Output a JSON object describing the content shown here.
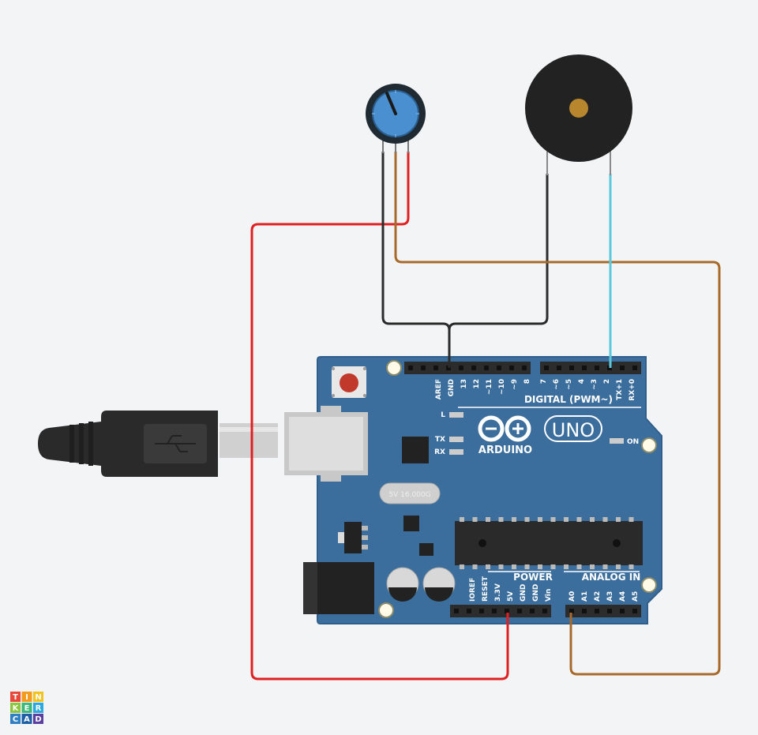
{
  "board": {
    "model": "UNO",
    "brand": "ARDUINO",
    "crystal": "5V 16.000G",
    "on_label": "ON",
    "led_labels": [
      "L",
      "TX",
      "RX"
    ],
    "section_digital": "DIGITAL (PWM~)",
    "section_power": "POWER",
    "section_analog": "ANALOG IN",
    "digital_pins_left": [
      "AREF",
      "GND",
      "13",
      "12",
      "~11",
      "~10",
      "~9",
      "8"
    ],
    "digital_pins_right": [
      "7",
      "~6",
      "~5",
      "4",
      "~3",
      "2",
      "TX+1",
      "RX+0"
    ],
    "power_pins": [
      "IOREF",
      "RESET",
      "3.3V",
      "5V",
      "GND",
      "GND",
      "Vin"
    ],
    "analog_pins": [
      "A0",
      "A1",
      "A2",
      "A3",
      "A4",
      "A5"
    ],
    "colors": {
      "board": "#3b6e9c",
      "board_edge": "#2f5f8a",
      "header": "#2c2c2c"
    }
  },
  "components": {
    "potentiometer": {
      "name": "potentiometer",
      "knob_color": "#4a8fd0"
    },
    "buzzer": {
      "name": "piezo-buzzer",
      "color": "#222222",
      "center_color": "#b8862c"
    }
  },
  "wires": [
    {
      "name": "wire-5v-to-pot",
      "color": "#e02020"
    },
    {
      "name": "wire-gnd-to-pot-and-buzzer",
      "color": "#2b2b2b"
    },
    {
      "name": "wire-a0-to-pot-wiper",
      "color": "#a86a2a"
    },
    {
      "name": "wire-pin2-to-buzzer",
      "color": "#5bc8dc"
    }
  ],
  "logo": {
    "letters": [
      "T",
      "I",
      "N",
      "K",
      "E",
      "R",
      "C",
      "A",
      "D"
    ],
    "colors": [
      "#e8483a",
      "#f39b1f",
      "#f3c31f",
      "#8cc63e",
      "#3cb878",
      "#2aa9e0",
      "#2f7fc3",
      "#1f5fa6",
      "#5a3ea0"
    ]
  }
}
